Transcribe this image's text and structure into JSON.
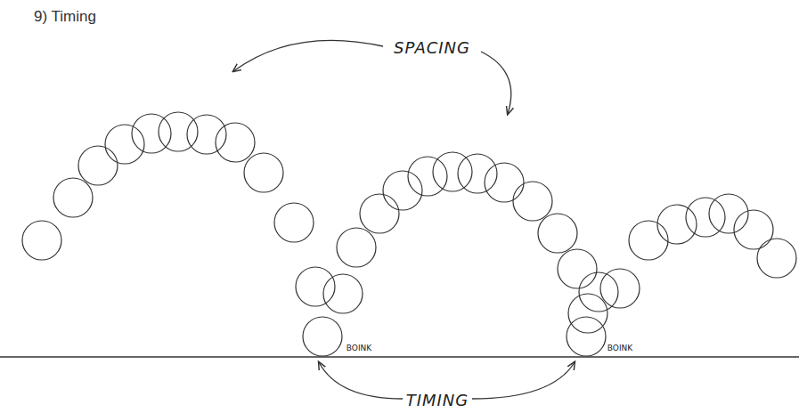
{
  "diagram": {
    "title": "9) Timing",
    "labels": [
      "SPACING",
      "BOINK",
      "BOINK",
      "TIMING"
    ]
  }
}
